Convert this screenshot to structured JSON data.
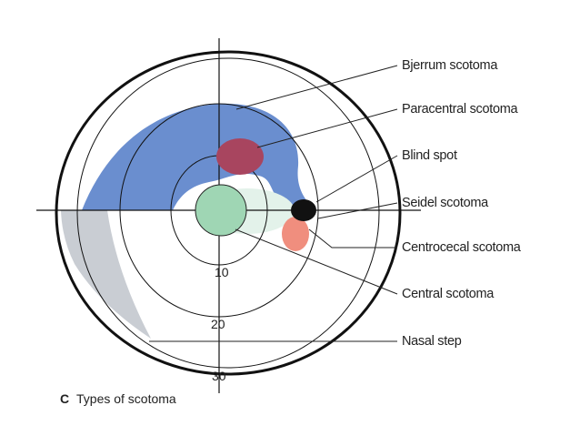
{
  "labels": {
    "bjerrum": "Bjerrum scotoma",
    "paracentral": "Paracentral scotoma",
    "blind_spot": "Blind spot",
    "seidel": "Seidel scotoma",
    "centrocecal": "Centrocecal scotoma",
    "central": "Central scotoma",
    "nasal_step": "Nasal step"
  },
  "ticks": {
    "t10": "10",
    "t20": "20",
    "t30": "30"
  },
  "caption": {
    "letter": "C",
    "text": "Types of scotoma"
  },
  "colors": {
    "bjerrum": "#6a8ecf",
    "paracentral": "#a8455f",
    "blind_spot": "#111111",
    "central": "#9fd6b4",
    "central_halo": "#e3f2ea",
    "centrocecal": "#f08e7e",
    "nasal_step": "#c9cdd3"
  }
}
